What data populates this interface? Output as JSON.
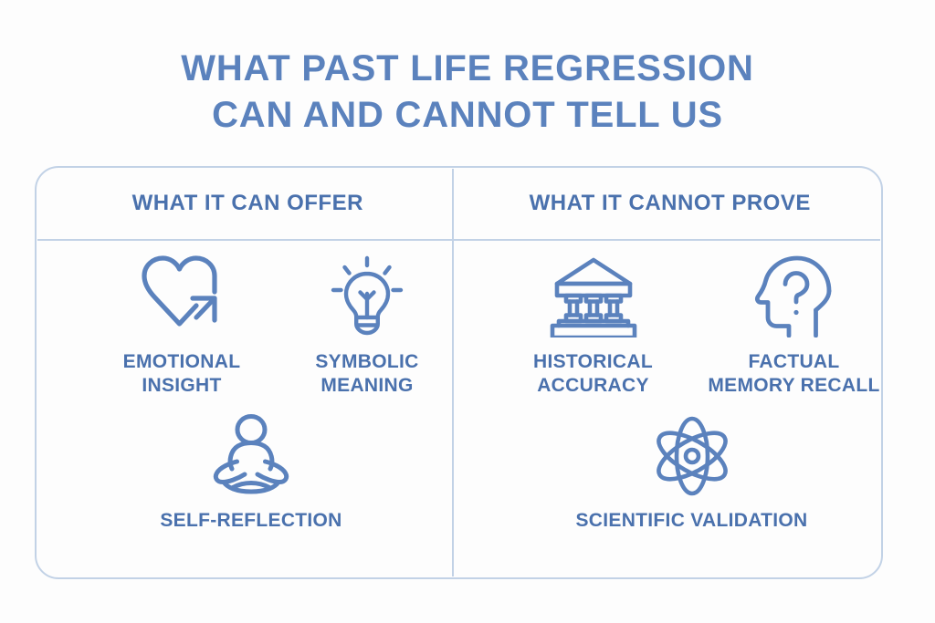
{
  "page": {
    "background_color": "#fdfdfd",
    "accent_color": "#5b82bd",
    "label_color": "#4a71ad",
    "border_color": "#c2d2e6"
  },
  "title": {
    "line1": "WHAT PAST LIFE REGRESSION",
    "line2": "CAN AND CANNOT TELL US"
  },
  "table": {
    "columns": [
      {
        "header": "WHAT IT CAN OFFER",
        "items": [
          {
            "label": "EMOTIONAL\nINSIGHT",
            "icon": "heart-arrow-icon"
          },
          {
            "label": "SYMBOLIC\nMEANING",
            "icon": "lightbulb-icon"
          },
          {
            "label": "SELF-REFLECTION",
            "icon": "meditation-icon"
          }
        ]
      },
      {
        "header": "WHAT IT CANNOT PROVE",
        "items": [
          {
            "label": "HISTORICAL\nACCURACY",
            "icon": "museum-building-icon"
          },
          {
            "label": "FACTUAL\nMEMORY RECALL",
            "icon": "head-question-mark-icon"
          },
          {
            "label": "SCIENTIFIC VALIDATION",
            "icon": "atom-icon"
          }
        ]
      }
    ]
  }
}
